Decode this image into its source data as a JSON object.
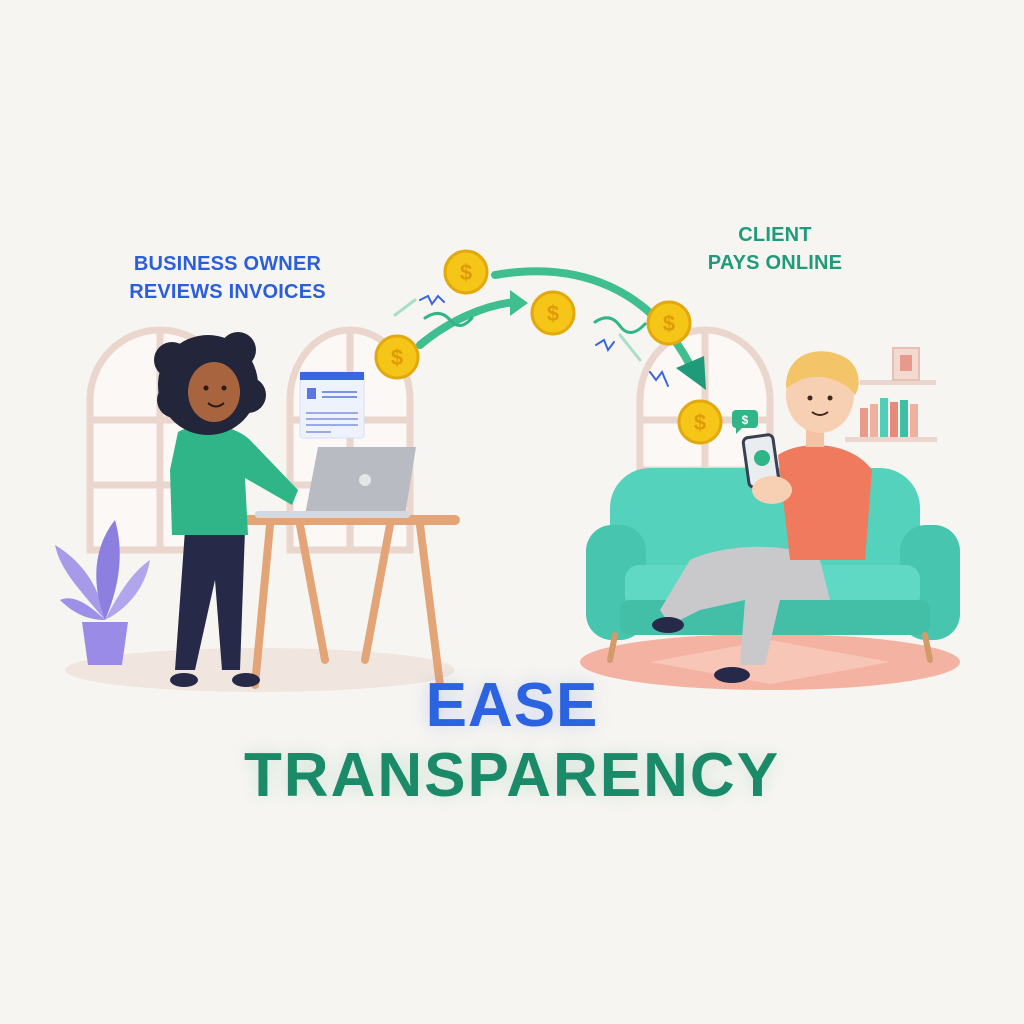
{
  "labels": {
    "owner_line1": "BUSINESS OWNER",
    "owner_line2": "REVIEWS INVOICES",
    "client_line1": "CLIENT",
    "client_line2": "PAYS ONLINE"
  },
  "headline": {
    "line1": "EASE",
    "line2": "TRANSPARENCY"
  },
  "icons": {
    "coin_symbol": "$",
    "chat_bubble_symbol": "$"
  },
  "colors": {
    "background": "#f7f5f1",
    "owner_label": "#2b5fd9",
    "client_label": "#1f9a7a",
    "ease": "#2b63e0",
    "transparency": "#1a8a68",
    "coin": "#f5c518",
    "sofa": "#4ecfb8",
    "owner_shirt": "#2fb587",
    "client_shirt": "#f07a5e"
  }
}
